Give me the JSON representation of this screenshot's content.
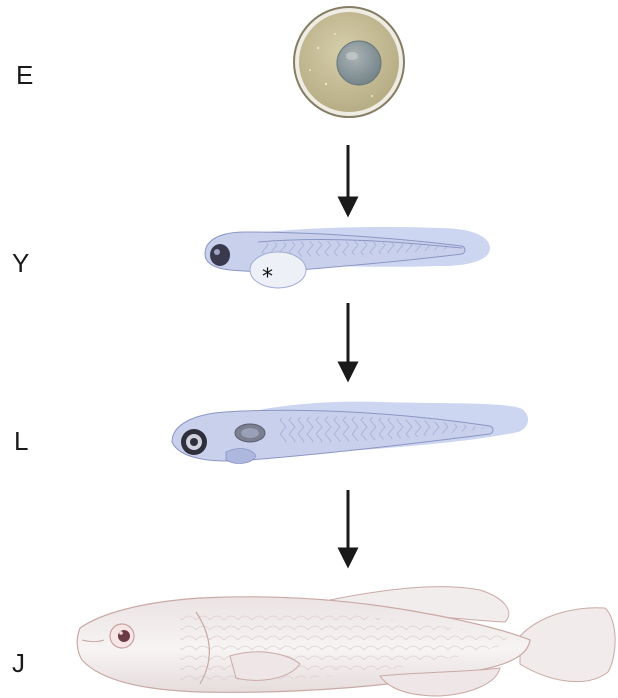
{
  "stages": [
    {
      "key": "egg",
      "label": "E"
    },
    {
      "key": "yolk-sac-larva",
      "label": "Y"
    },
    {
      "key": "larva",
      "label": "L"
    },
    {
      "key": "juvenile",
      "label": "J"
    }
  ],
  "annotations": {
    "yolk_marker": "*"
  },
  "colors": {
    "egg_fill": "#c8bf98",
    "egg_rim": "#857d63",
    "larva_body": "#c8d0ec",
    "larva_fin": "#c3cfee",
    "larva_outline": "#8c96c4",
    "juvenile_body": "#f3eeee",
    "juvenile_outline": "#c9a9a4",
    "eye_pupil": "#2b2b3a",
    "arrow": "#1a1a1a"
  }
}
